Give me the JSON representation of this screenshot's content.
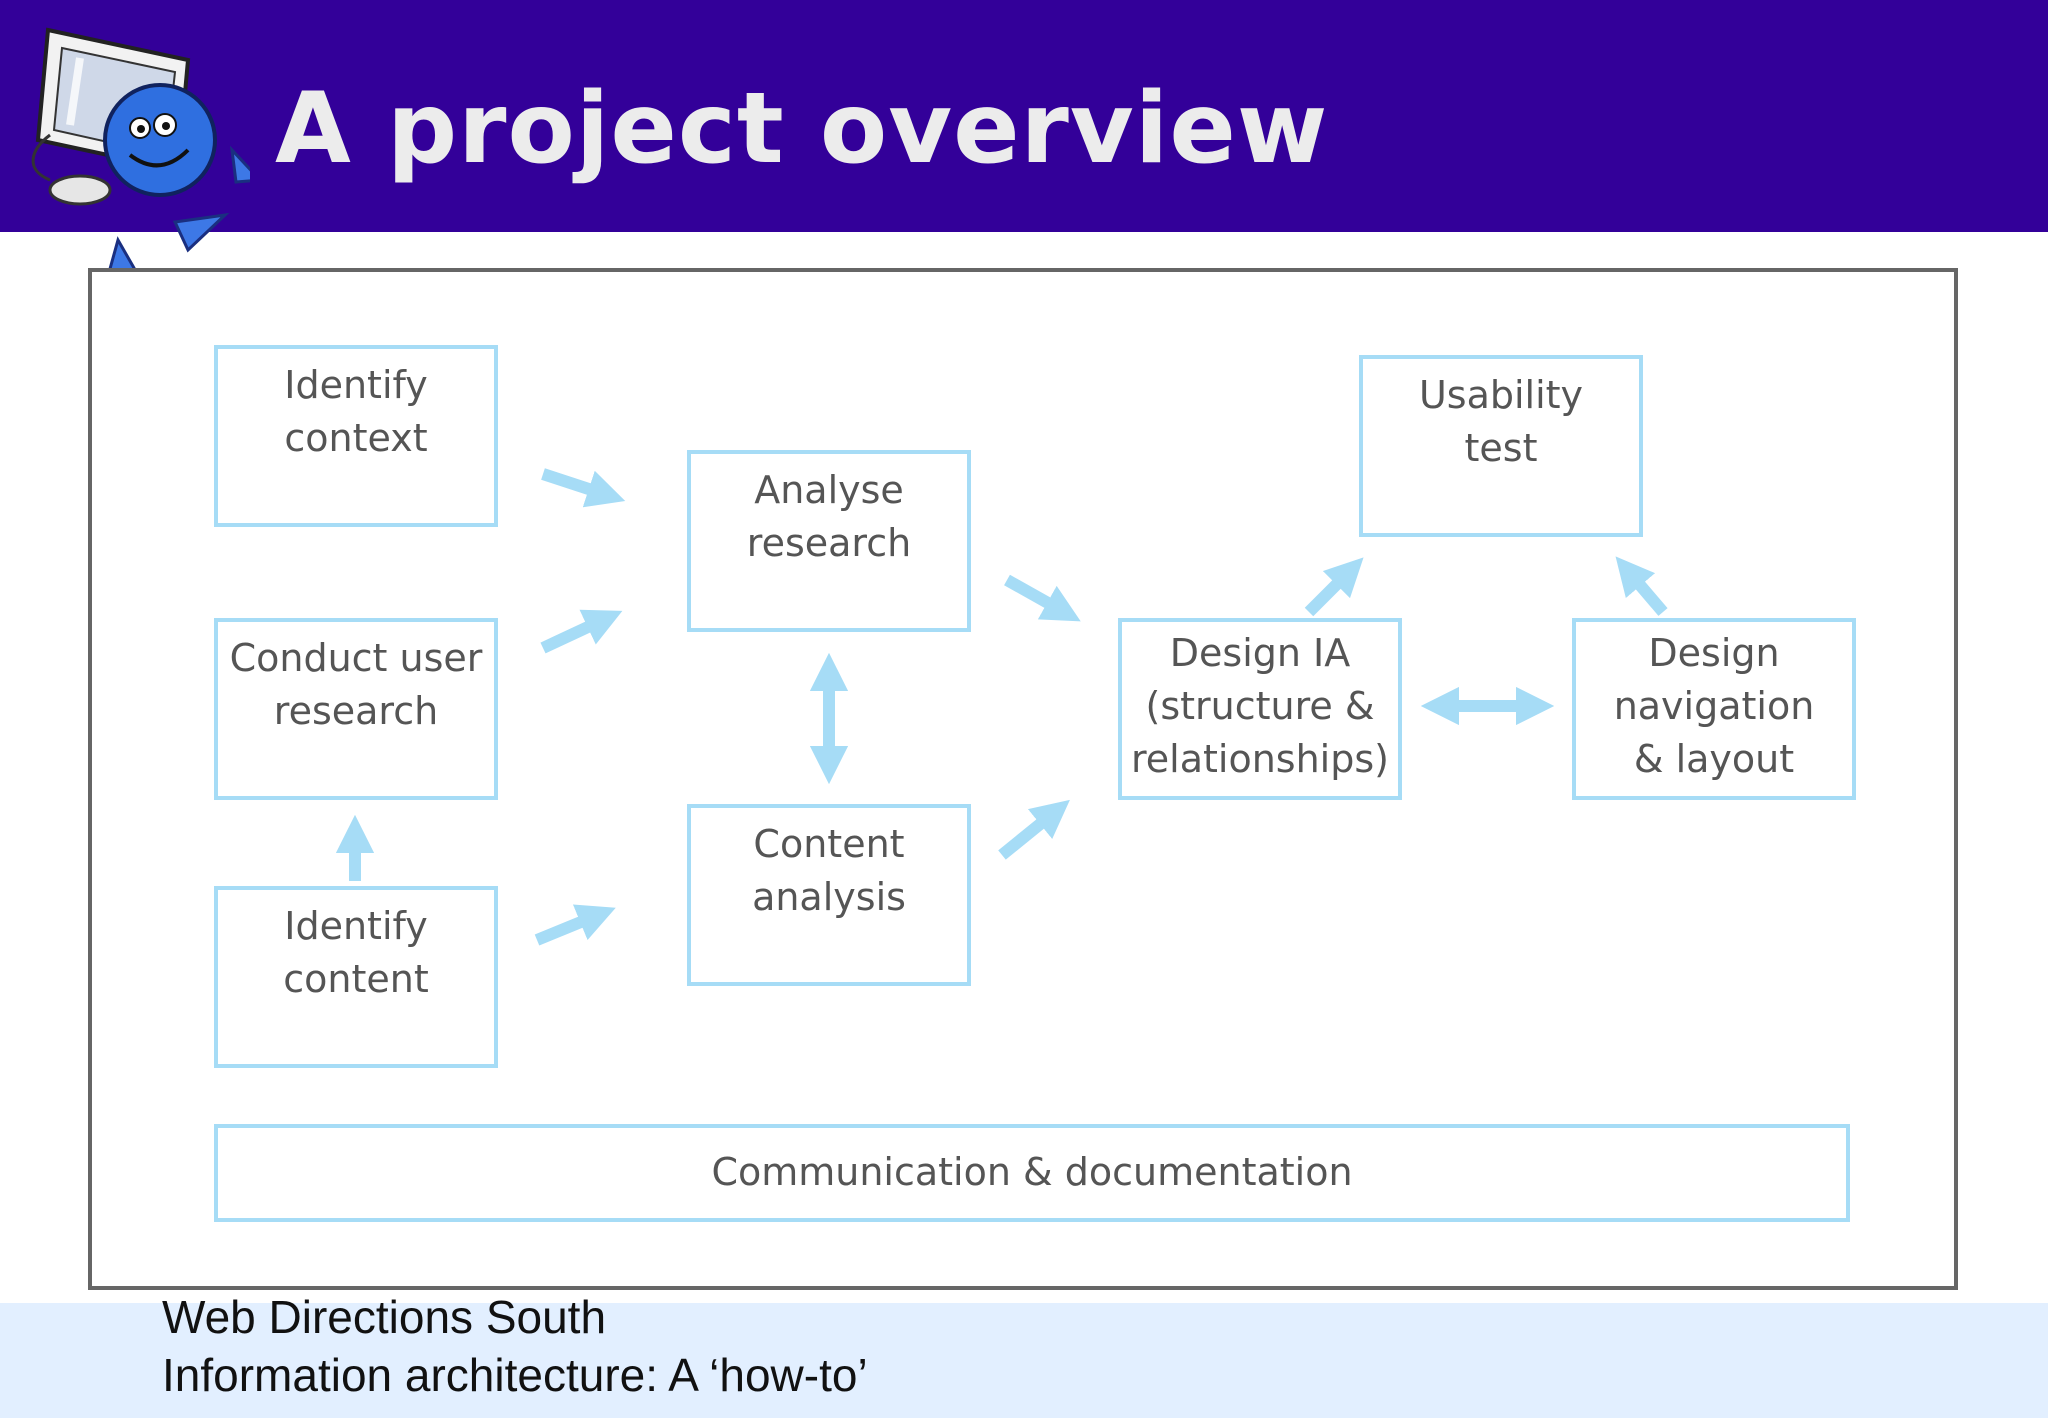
{
  "header": {
    "title": "A project overview"
  },
  "diagram": {
    "boxes": {
      "identify_context": [
        "Identify",
        "context"
      ],
      "conduct_user_research": [
        "Conduct user",
        "research"
      ],
      "identify_content": [
        "Identify",
        "content"
      ],
      "analyse_research": [
        "Analyse",
        "research"
      ],
      "content_analysis": [
        "Content",
        "analysis"
      ],
      "design_ia": [
        "Design IA",
        "(structure &",
        "relationships)"
      ],
      "usability_test": [
        "Usability",
        "test"
      ],
      "design_navigation": [
        "Design",
        "navigation",
        "& layout"
      ],
      "communication": [
        "Communication & documentation"
      ]
    },
    "colors": {
      "box_border": "#a6dcf6",
      "arrow": "#a6dcf6",
      "frame": "#666666",
      "text": "#555555"
    }
  },
  "footer": {
    "line1": "Web Directions South",
    "line2": "Information architecture: A ‘how-to’"
  },
  "colors": {
    "header_bg": "#330099",
    "footer_bg": "#e2efff",
    "title": "#ececec"
  }
}
